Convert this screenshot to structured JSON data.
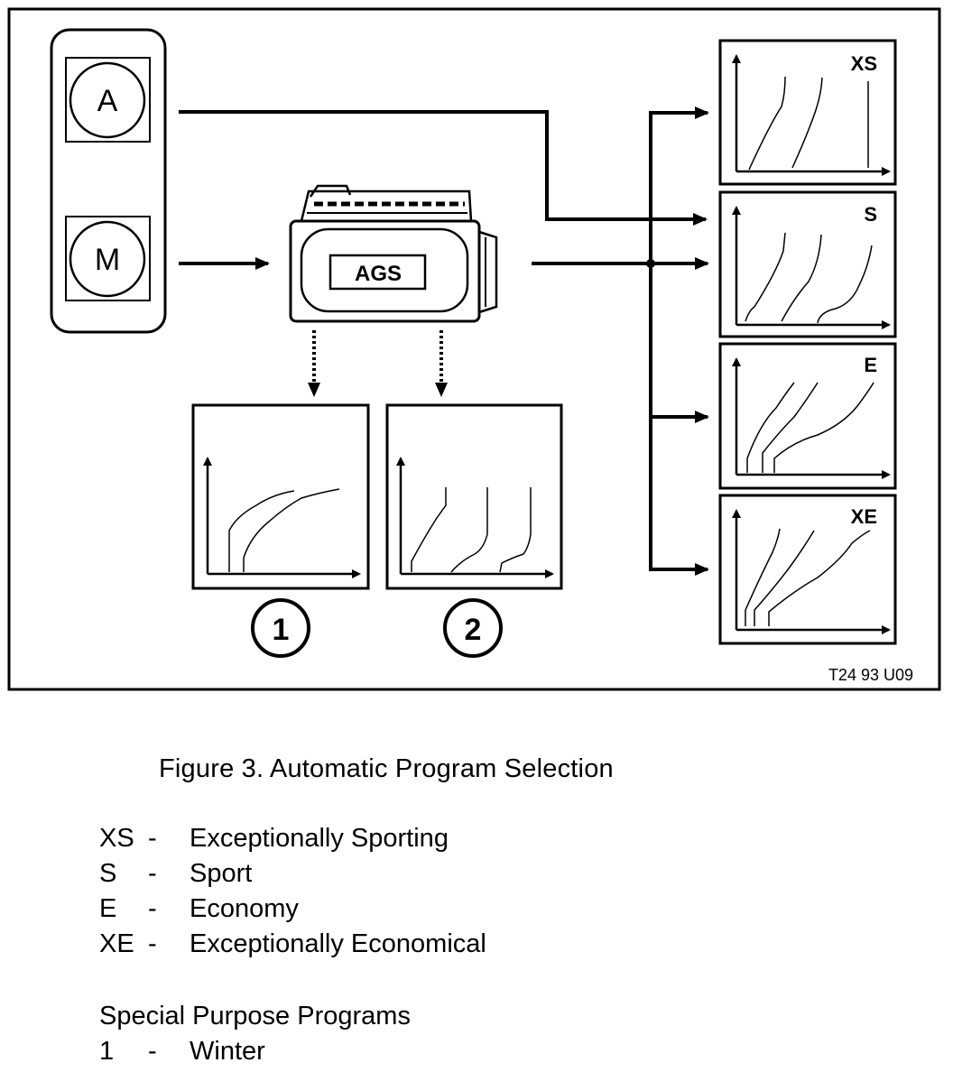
{
  "diagram": {
    "selector_buttons": [
      {
        "id": "A",
        "label": "A"
      },
      {
        "id": "M",
        "label": "M"
      }
    ],
    "control_unit_label": "AGS",
    "program_panels": [
      {
        "id": "XS",
        "label": "XS"
      },
      {
        "id": "S",
        "label": "S"
      },
      {
        "id": "E",
        "label": "E"
      },
      {
        "id": "XE",
        "label": "XE"
      }
    ],
    "special_panels": [
      {
        "id": "1",
        "label": "1"
      },
      {
        "id": "2",
        "label": "2"
      }
    ],
    "figure_code": "T24 93 U09"
  },
  "caption": "Figure 3. Automatic Program Selection",
  "legend": [
    {
      "code": "XS",
      "dash": "-",
      "text": "Exceptionally Sporting"
    },
    {
      "code": "S",
      "dash": "-",
      "text": "Sport"
    },
    {
      "code": "E",
      "dash": "-",
      "text": "Economy"
    },
    {
      "code": "XE",
      "dash": "-",
      "text": "Exceptionally Economical"
    }
  ],
  "special_heading": "Special Purpose Programs",
  "special_list": [
    {
      "code": "1",
      "dash": "-",
      "text": "Winter"
    }
  ]
}
